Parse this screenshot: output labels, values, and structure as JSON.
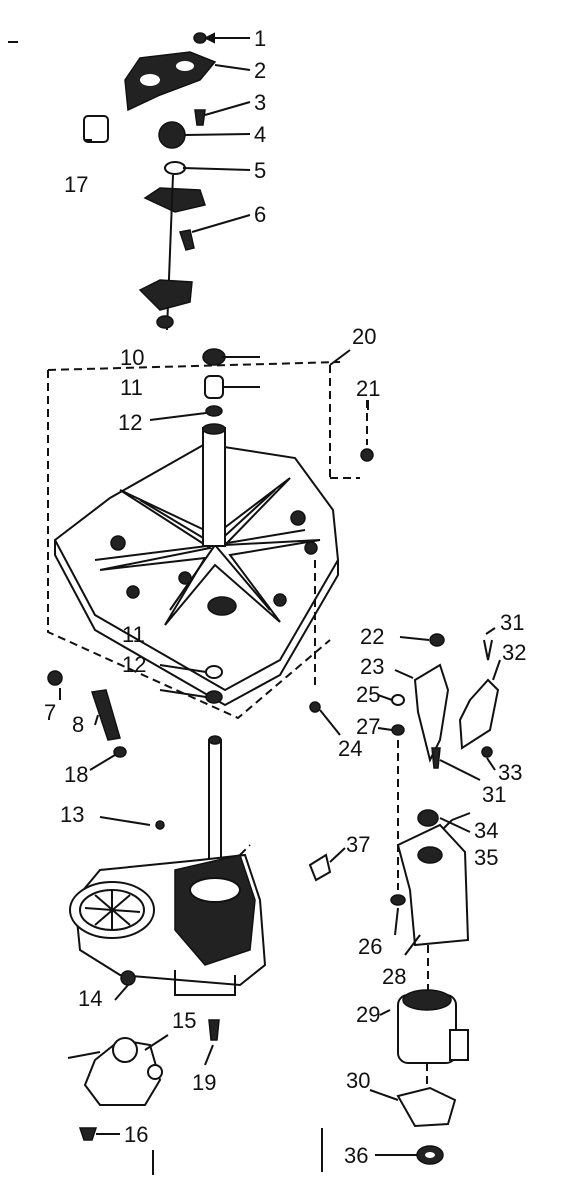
{
  "diagram": {
    "labels": [
      "1",
      "2",
      "3",
      "4",
      "5",
      "6",
      "7",
      "8",
      "10",
      "11",
      "12",
      "11",
      "12",
      "13",
      "14",
      "15",
      "16",
      "17",
      "18",
      "19",
      "20",
      "21",
      "22",
      "23",
      "24",
      "25",
      "26",
      "27",
      "28",
      "29",
      "30",
      "31",
      "31",
      "32",
      "33",
      "34",
      "35",
      "36",
      "37"
    ]
  },
  "colors": {
    "ink": "#111111",
    "paper": "#ffffff"
  }
}
